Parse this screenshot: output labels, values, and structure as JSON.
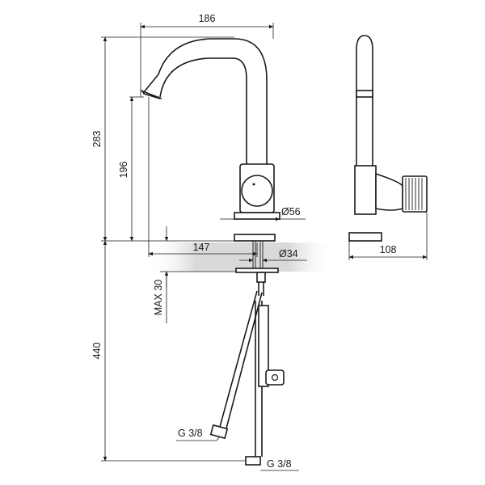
{
  "dimensions": {
    "top_width": "186",
    "total_height": "283",
    "spout_height": "196",
    "base_diameter": "Ø56",
    "reach": "147",
    "hole_diameter": "Ø34",
    "max_thickness": "MAX 30",
    "hose_length": "440",
    "side_width": "108",
    "thread_left": "G 3/8",
    "thread_right": "G 3/8"
  },
  "colors": {
    "ink": "#1a1a1a",
    "countertop_shade": "#d9d9d9",
    "background": "#ffffff"
  }
}
